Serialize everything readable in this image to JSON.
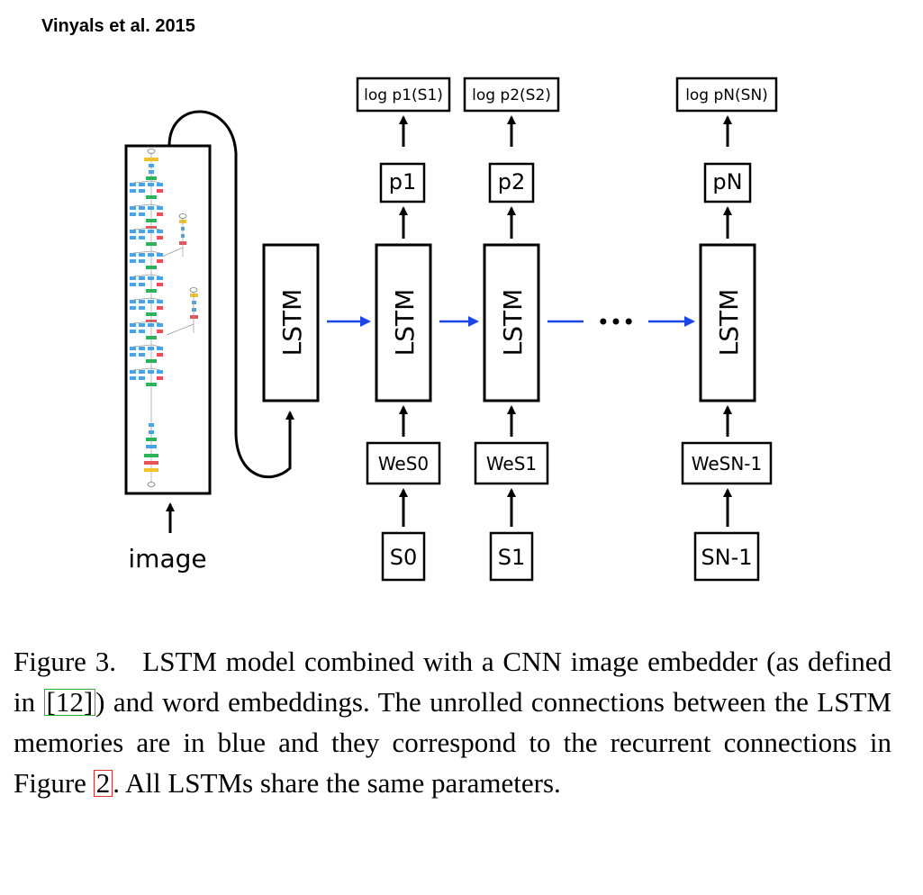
{
  "credit": "Vinyals et al. 2015",
  "diagram": {
    "outputs": [
      "log p1(S1)",
      "log p2(S2)",
      "log pN(SN)"
    ],
    "probs": [
      "p1",
      "p2",
      "pN"
    ],
    "lstm_label": "LSTM",
    "embeddings": [
      "WeS0",
      "WeS1",
      "WeSN-1"
    ],
    "words": [
      "S0",
      "S1",
      "SN-1"
    ],
    "image_label": "image",
    "ellipsis": "•••"
  },
  "caption": {
    "prefix": "Figure 3.",
    "part1": "LSTM model combined with a CNN image embedder (as defined in ",
    "ref1": "[12]",
    "part2": ") and word embeddings. The unrolled connections between the LSTM memories are in blue and they correspond to the recurrent connections in Figure ",
    "ref2": "2",
    "part3": ". All LSTMs share the same parameters."
  },
  "colors": {
    "recurrent_arrow": "#1e46e6"
  }
}
